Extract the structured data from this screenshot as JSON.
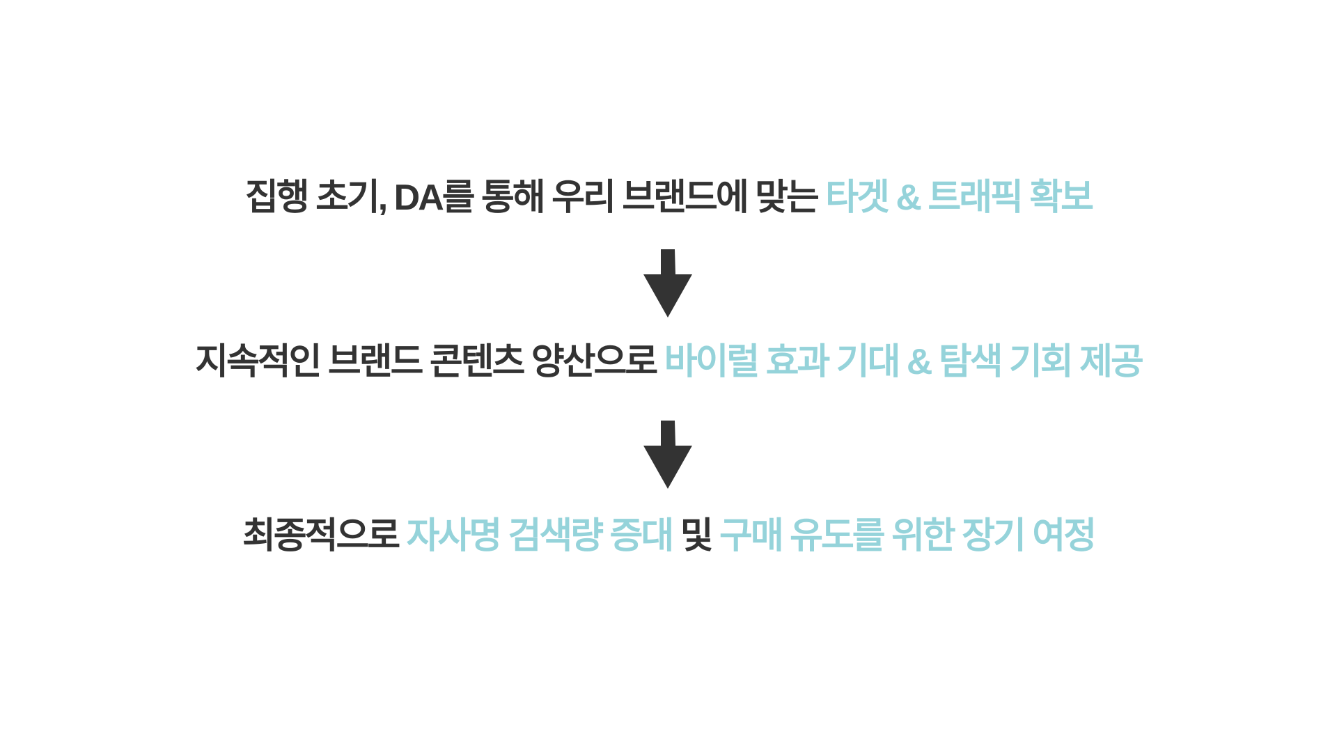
{
  "colors": {
    "text": "#333333",
    "highlight": "#95d3da"
  },
  "lines": [
    {
      "plain": "집행 초기, DA를 통해 우리 브랜드에 맞는 ",
      "highlight": "타겟 & 트래픽 확보"
    },
    {
      "plain": "지속적인 브랜드 콘텐츠 양산으로 ",
      "highlight": "바이럴 효과 기대 & 탐색 기회 제공"
    },
    {
      "plain": "최종적으로 ",
      "highlight": "자사명 검색량 증대",
      "middle": " 및 ",
      "highlight2": "구매 유도를 위한 장기 여정"
    }
  ],
  "icons": [
    "arrow-down-icon",
    "arrow-down-icon"
  ]
}
